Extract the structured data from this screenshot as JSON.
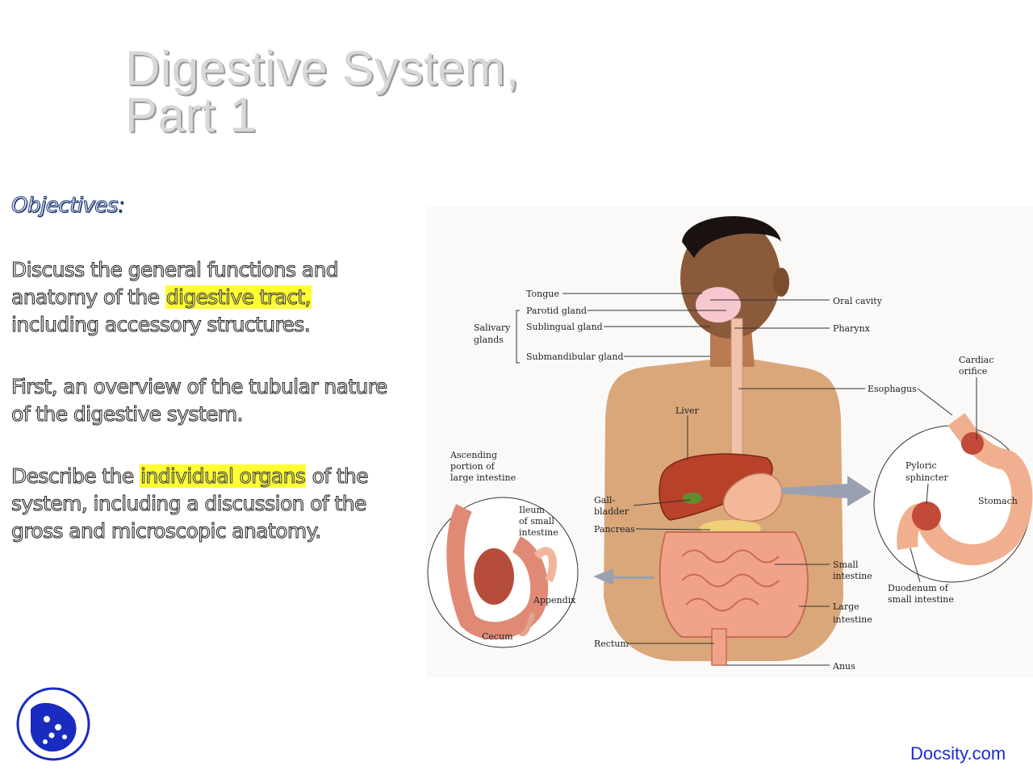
{
  "title": {
    "line1": "Digestive System,",
    "line2": "Part 1"
  },
  "objectives": {
    "heading": "Objectives",
    "colon": ":"
  },
  "paragraphs": {
    "p1": {
      "line1": "Discuss the general functions and",
      "line2_pre": "anatomy of the ",
      "line2_hl": "digestive tract,",
      "line3": "including accessory structures."
    },
    "p2": {
      "line1": "First, an overview of the tubular nature",
      "line2": "of the digestive system."
    },
    "p3": {
      "line1_pre": "Describe the ",
      "line1_hl": "individual organs",
      "line1_post": " of the",
      "line2": "system, including a discussion of the",
      "line3": "gross and microscopic anatomy."
    }
  },
  "figure": {
    "labels": {
      "tongue": "Tongue",
      "parotid": "Parotid gland",
      "sublingual": "Sublingual gland",
      "submandibular": "Submandibular gland",
      "salivary1": "Salivary",
      "salivary2": "glands",
      "oral_cavity": "Oral cavity",
      "pharynx": "Pharynx",
      "esophagus": "Esophagus",
      "cardiac1": "Cardiac",
      "cardiac2": "orifice",
      "liver": "Liver",
      "pyloric1": "Pyloric",
      "pyloric2": "sphincter",
      "stomach": "Stomach",
      "gall1": "Gall-",
      "gall2": "bladder",
      "pancreas": "Pancreas",
      "ascending1": "Ascending",
      "ascending2": "portion of",
      "ascending3": "large intestine",
      "ileum1": "Ileum",
      "ileum2": "of small",
      "ileum3": "intestine",
      "appendix": "Appendix",
      "cecum": "Cecum",
      "small1": "Small",
      "small2": "intestine",
      "large1": "Large",
      "large2": "intestine",
      "duodenum1": "Duodenum of",
      "duodenum2": "small intestine",
      "rectum": "Rectum",
      "anus": "Anus"
    }
  },
  "logo": {
    "icon": "docsity-logo-icon",
    "color": "#1a2bbf"
  },
  "brand": {
    "text": "Docsity.com",
    "color": "#1a2bd6"
  }
}
